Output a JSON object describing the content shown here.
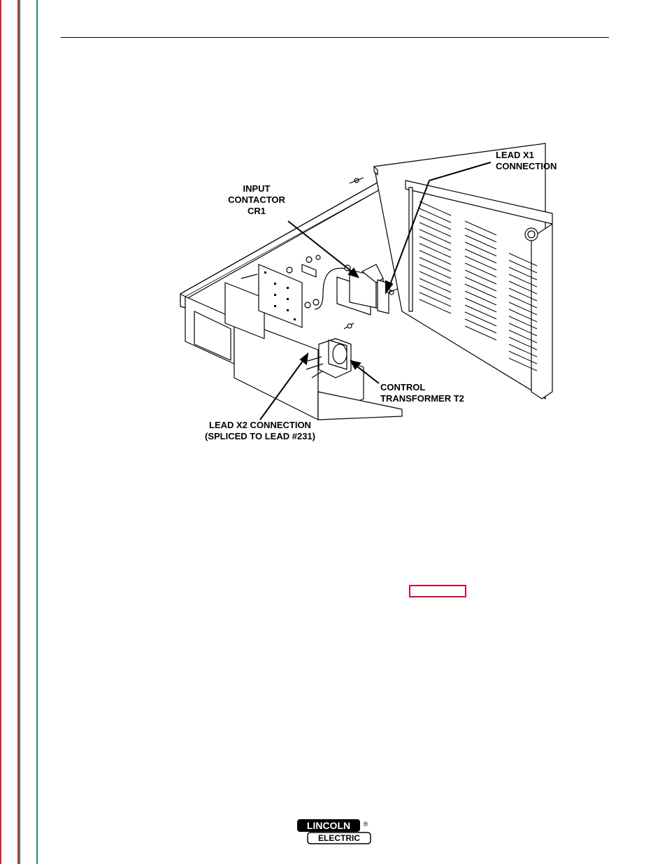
{
  "callouts": {
    "lead_x1": [
      "LEAD X1",
      "CONNECTION"
    ],
    "input_contactor": [
      "INPUT",
      "CONTACTOR",
      "CR1"
    ],
    "control_transformer": [
      "CONTROL",
      "TRANSFORMER T2"
    ],
    "lead_x2": [
      "LEAD X2 CONNECTION",
      "(SPLICED TO LEAD #231)"
    ]
  },
  "logo": {
    "line1": "LINCOLN",
    "line2": "ELECTRIC",
    "mark": "®"
  },
  "colors": {
    "red_bar": "#e8202e",
    "green_bar": "#1a8f5a",
    "red_box": "#c8102e"
  }
}
